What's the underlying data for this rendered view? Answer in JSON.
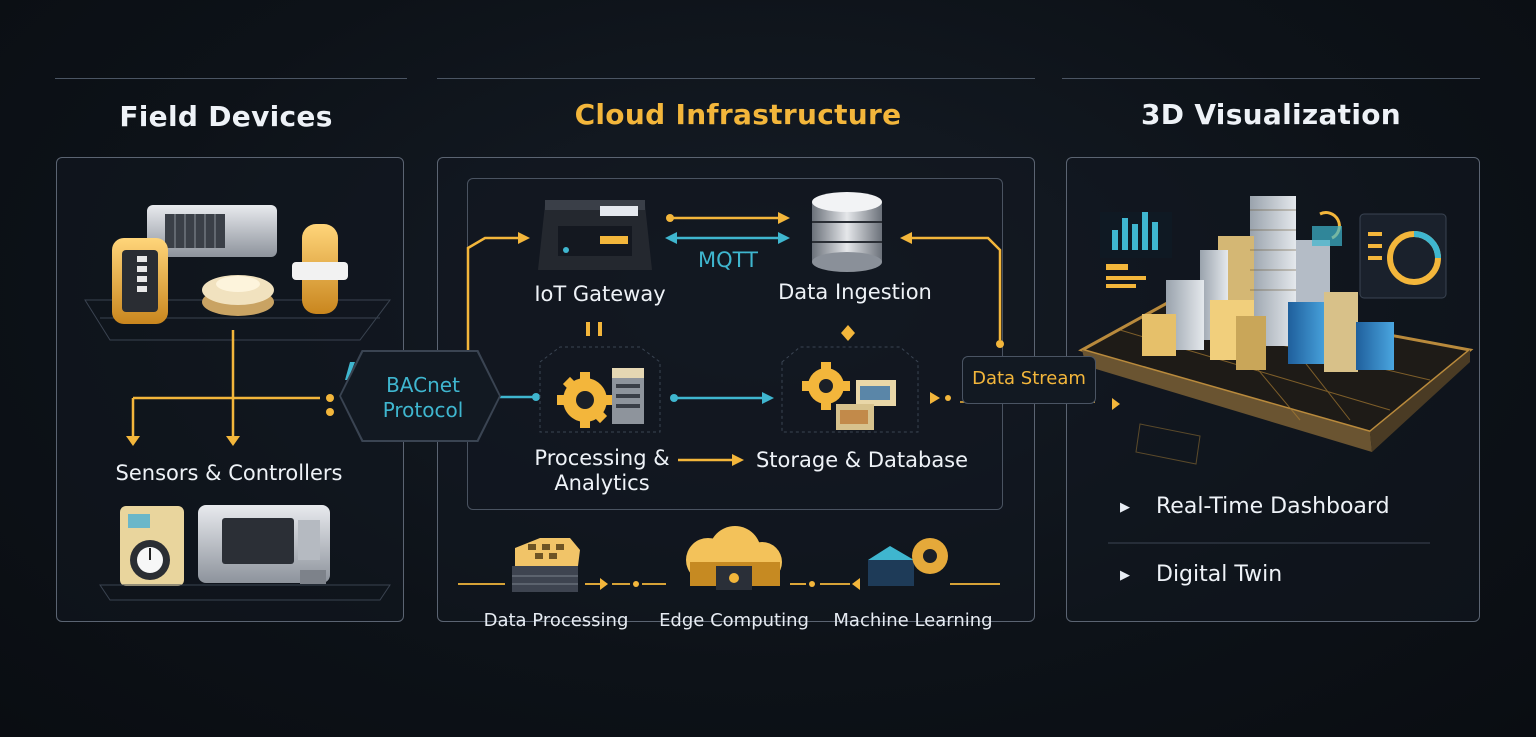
{
  "sections": {
    "field": {
      "title": "Field Devices"
    },
    "cloud": {
      "title": "Cloud Infrastructure"
    },
    "viz": {
      "title": "3D Visualization"
    }
  },
  "field": {
    "sensors_label": "Sensors & Controllers"
  },
  "protocol": {
    "label_line1": "BACnet",
    "label_line2": "Protocol"
  },
  "cloud": {
    "gateway_label": "IoT Gateway",
    "mqtt_label": "MQTT",
    "ingestion_label": "Data Ingestion",
    "processing_line1": "Processing &",
    "processing_line2": "Analytics",
    "storage_label": "Storage & Database",
    "bottom": {
      "data_processing": "Data Processing",
      "edge_computing": "Edge Computing",
      "machine_learning": "Machine Learning"
    }
  },
  "stream": {
    "label": "Data Stream"
  },
  "viz": {
    "items": [
      "Real-Time Dashboard",
      "Digital Twin"
    ]
  },
  "colors": {
    "background": "#0c1017",
    "accent_gold": "#f3b63b",
    "accent_cyan": "#3fb6cf",
    "panel_border": "#5b6472",
    "text": "#eef2f7"
  },
  "icons": [
    "thermostat-icon",
    "hvac-unit-icon",
    "smoke-detector-icon",
    "cylinder-sensor-icon",
    "meter-icon",
    "controller-unit-icon",
    "gateway-device-icon",
    "database-icon",
    "gear-icon",
    "server-block-icon",
    "cloud-icon",
    "chip-icon",
    "building-city-icon",
    "bar-chart-icon",
    "gauge-icon"
  ]
}
